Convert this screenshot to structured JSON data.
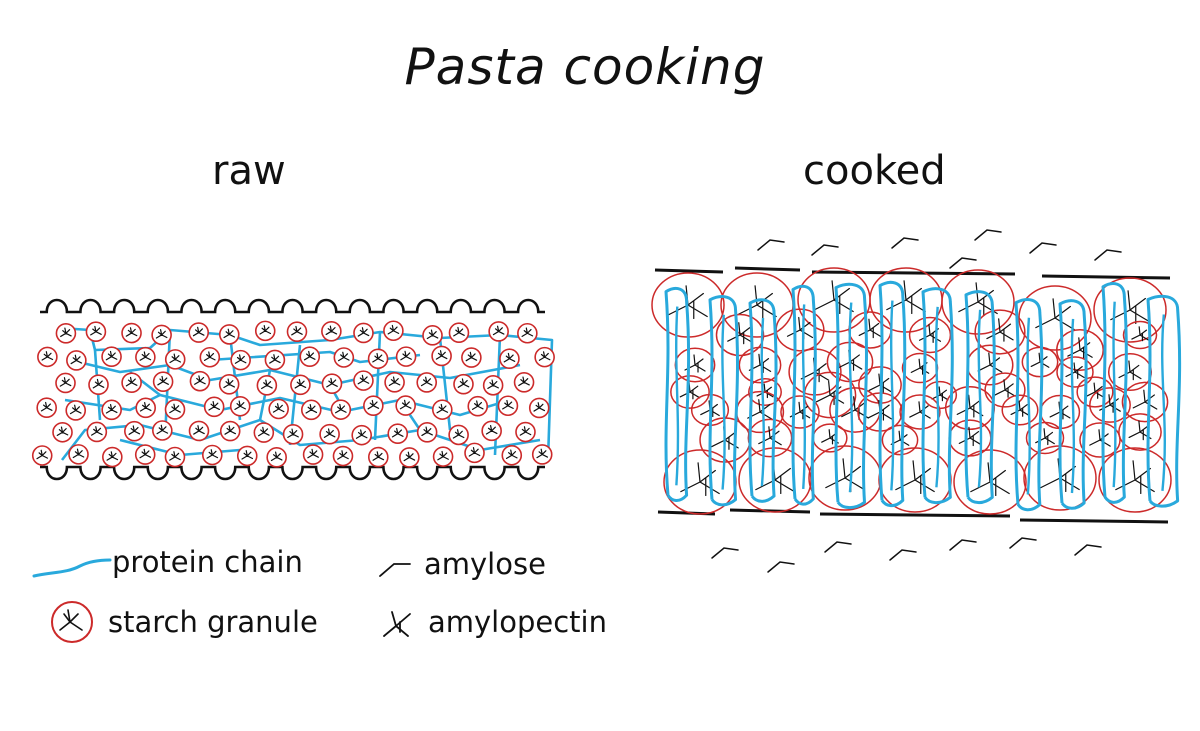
{
  "title": "Pasta cooking",
  "panels": {
    "raw_label": "raw",
    "cooked_label": "cooked"
  },
  "legend": {
    "protein_chain": "protein chain",
    "starch_granule": "starch granule",
    "amylose": "amylose",
    "amylopectin": "amylopectin"
  },
  "colors": {
    "protein": "#29a9dc",
    "granule": "#cc2a2a",
    "ink": "#111111"
  },
  "icons": [
    "protein-chain-icon",
    "starch-granule-icon",
    "amylose-icon",
    "amylopectin-icon"
  ]
}
